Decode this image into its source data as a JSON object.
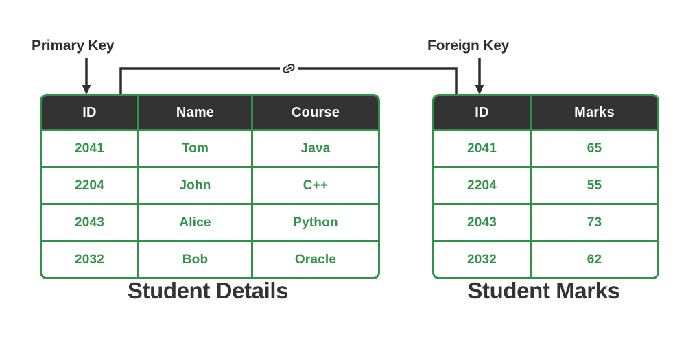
{
  "annotations": {
    "primary_key": {
      "label": "Primary Key",
      "icon": "down-arrow-icon"
    },
    "foreign_key": {
      "label": "Foreign Key",
      "icon": "down-arrow-icon"
    },
    "relationship": {
      "icon": "chain-link-icon",
      "glyph": "ὑ7"
    }
  },
  "colors": {
    "accent_green": "#2f9248",
    "header_dark": "#333333",
    "text_dark": "#2e2e2e",
    "background": "#ffffff"
  },
  "tables": [
    {
      "id": "student-details",
      "caption": "Student Details",
      "columns": [
        "ID",
        "Name",
        "Course"
      ],
      "rows": [
        [
          "2041",
          "Tom",
          "Java"
        ],
        [
          "2204",
          "John",
          "C++"
        ],
        [
          "2043",
          "Alice",
          "Python"
        ],
        [
          "2032",
          "Bob",
          "Oracle"
        ]
      ]
    },
    {
      "id": "student-marks",
      "caption": "Student Marks",
      "columns": [
        "ID",
        "Marks"
      ],
      "rows": [
        [
          "2041",
          "65"
        ],
        [
          "2204",
          "55"
        ],
        [
          "2043",
          "73"
        ],
        [
          "2032",
          "62"
        ]
      ]
    }
  ]
}
